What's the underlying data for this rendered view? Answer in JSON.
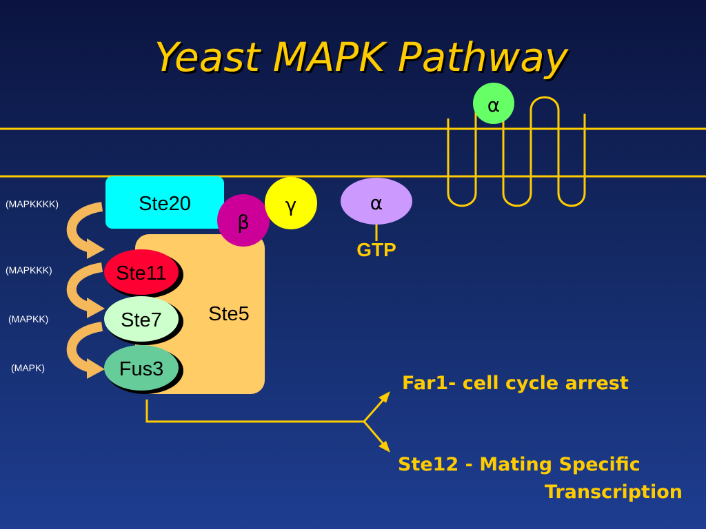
{
  "title": "Yeast MAPK Pathway",
  "colors": {
    "background_top": "#0b1440",
    "background_bottom": "#1e3d90",
    "yellow": "#ffcc00",
    "ste20": "#00ffff",
    "ste5": "#ffcc66",
    "beta": "#cc0099",
    "gamma": "#ffff00",
    "alpha_gtp": "#cc99ff",
    "alpha_receptor": "#66ff66",
    "ste11": "#ff0033",
    "ste7": "#ccffcc",
    "fus3": "#66cc99",
    "arrow": "#f5b85a"
  },
  "receptor": {
    "alpha_label": "α"
  },
  "g_protein": {
    "beta_label": "β",
    "gamma_label": "γ",
    "alpha_label": "α",
    "gtp_label": "GTP"
  },
  "kinases": {
    "ste20": "Ste20",
    "ste5": "Ste5",
    "ste11": "Ste11",
    "ste7": "Ste7",
    "fus3": "Fus3"
  },
  "levels": [
    "(MAPKKKK)",
    "(MAPKKK)",
    "(MAPKK)",
    "(MAPK)"
  ],
  "outcomes": {
    "far1": "Far1- cell cycle arrest",
    "ste12_line1": "Ste12 - Mating Specific",
    "ste12_line2": "Transcription"
  }
}
